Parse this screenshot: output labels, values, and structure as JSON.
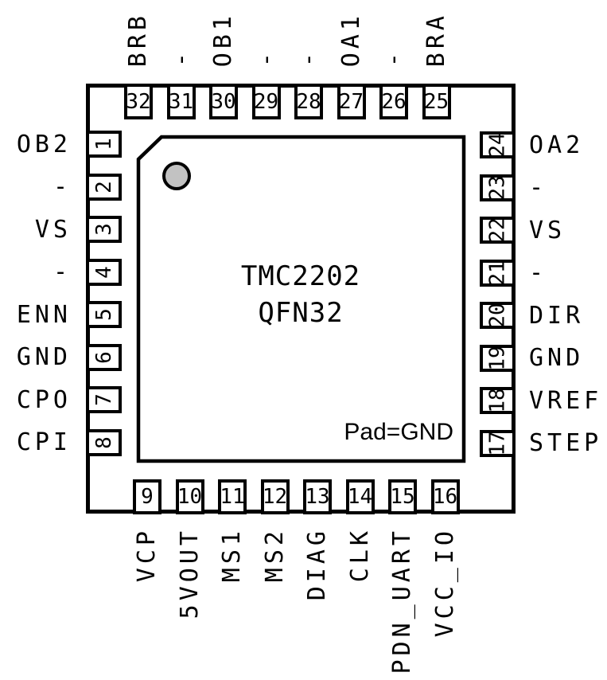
{
  "figure": {
    "component": "TMC2202",
    "package": "QFN32",
    "pad_note": "Pad=GND"
  },
  "colors": {
    "line": "#000000",
    "background": "#ffffff",
    "pin1_dot_fill": "#c2c2c2"
  },
  "pins": {
    "top": [
      {
        "num": "32",
        "label": "BRB"
      },
      {
        "num": "31",
        "label": "-"
      },
      {
        "num": "30",
        "label": "OB1"
      },
      {
        "num": "29",
        "label": "-"
      },
      {
        "num": "28",
        "label": "-"
      },
      {
        "num": "27",
        "label": "OA1"
      },
      {
        "num": "26",
        "label": "-"
      },
      {
        "num": "25",
        "label": "BRA"
      }
    ],
    "bottom": [
      {
        "num": "9",
        "label": "VCP"
      },
      {
        "num": "10",
        "label": "5VOUT"
      },
      {
        "num": "11",
        "label": "MS1"
      },
      {
        "num": "12",
        "label": "MS2"
      },
      {
        "num": "13",
        "label": "DIAG"
      },
      {
        "num": "14",
        "label": "CLK"
      },
      {
        "num": "15",
        "label": "PDN_UART"
      },
      {
        "num": "16",
        "label": "VCC_IO"
      }
    ],
    "left": [
      {
        "num": "1",
        "label": "OB2"
      },
      {
        "num": "2",
        "label": "-"
      },
      {
        "num": "3",
        "label": "VS"
      },
      {
        "num": "4",
        "label": "-"
      },
      {
        "num": "5",
        "label": "ENN"
      },
      {
        "num": "6",
        "label": "GND"
      },
      {
        "num": "7",
        "label": "CPO"
      },
      {
        "num": "8",
        "label": "CPI"
      }
    ],
    "right": [
      {
        "num": "24",
        "label": "OA2"
      },
      {
        "num": "23",
        "label": "-"
      },
      {
        "num": "22",
        "label": "VS"
      },
      {
        "num": "21",
        "label": "-"
      },
      {
        "num": "20",
        "label": "DIR"
      },
      {
        "num": "19",
        "label": "GND"
      },
      {
        "num": "18",
        "label": "VREF"
      },
      {
        "num": "17",
        "label": "STEP"
      }
    ]
  }
}
